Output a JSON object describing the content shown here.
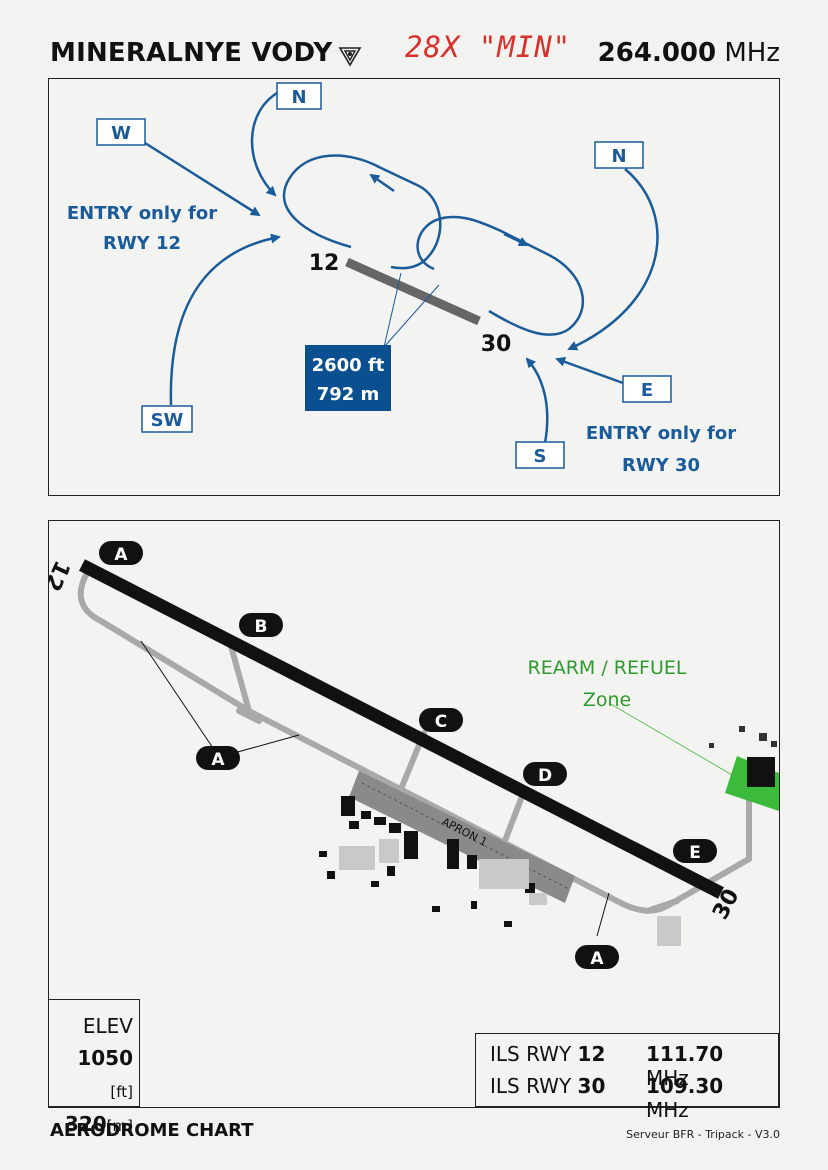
{
  "header": {
    "airport_name": "MINERALNYE VODY",
    "tacan": "28X \"MIN\"",
    "frequency_value": "264.000",
    "frequency_unit": "MHz"
  },
  "approach": {
    "entry_labels": [
      "N",
      "W",
      "N",
      "SW",
      "E",
      "S"
    ],
    "entry_note_12_line1": "ENTRY only for",
    "entry_note_12_line2": "RWY 12",
    "entry_note_30_line1": "ENTRY only for",
    "entry_note_30_line2": "RWY 30",
    "runway_end_12": "12",
    "runway_end_30": "30",
    "length_ft": "2600 ft",
    "length_m": "792 m"
  },
  "aerodrome": {
    "runway_end_12": "12",
    "runway_end_30": "30",
    "taxiways": [
      "A",
      "B",
      "A",
      "C",
      "D",
      "E",
      "A"
    ],
    "apron_label": "APRON 1",
    "rearm_line1": "REARM / REFUEL",
    "rearm_line2": "Zone"
  },
  "elevation": {
    "label": "ELEV",
    "ft_value": "1050",
    "ft_unit": "[ft]",
    "m_value": "320",
    "m_unit": "[m]"
  },
  "ils": [
    {
      "prefix": "ILS RWY",
      "runway": "12",
      "freq": "111.70",
      "unit": "MHz"
    },
    {
      "prefix": "ILS RWY",
      "runway": "30",
      "freq": "109.30",
      "unit": "MHz"
    }
  ],
  "footer": {
    "chart_name": "AERODROME CHART",
    "credit": "Serveur BFR - Tripack - V3.0"
  },
  "colors": {
    "route_blue": "#1a5b9a",
    "tacan_red": "#d8302a",
    "rearm_green": "#2e9a2e",
    "runway_black": "#111111",
    "taxiway_grey": "#a9a9a9"
  }
}
